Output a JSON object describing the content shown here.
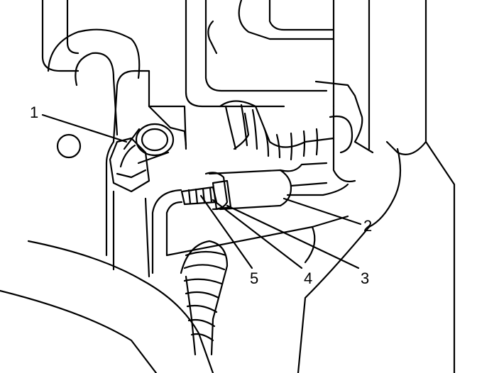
{
  "diagram": {
    "callouts": [
      {
        "id": "1",
        "label": "1"
      },
      {
        "id": "2",
        "label": "2"
      },
      {
        "id": "3",
        "label": "3"
      },
      {
        "id": "4",
        "label": "4"
      },
      {
        "id": "5",
        "label": "5"
      }
    ]
  },
  "colors": {
    "line": "#000000",
    "fill": "#ffffff"
  }
}
